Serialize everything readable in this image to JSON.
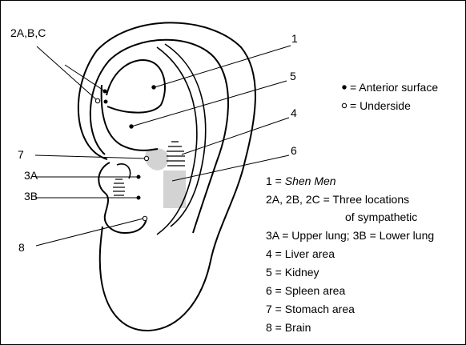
{
  "labels": {
    "2abc": "2A,B,C",
    "1": "1",
    "5": "5",
    "4": "4",
    "6": "6",
    "7": "7",
    "3a": "3A",
    "3b": "3B",
    "8": "8"
  },
  "symbol_legend": {
    "anterior": "= Anterior surface",
    "underside": "= Underside"
  },
  "key": {
    "k1_prefix": "1 = ",
    "k1_name": "Shen Men",
    "k2_line1": "2A, 2B, 2C = Three locations",
    "k2_line2": "of sympathetic",
    "k3": "3A = Upper lung; 3B = Lower lung",
    "k4": "4 = Liver area",
    "k5": "5 = Kidney",
    "k6": "6 = Spleen area",
    "k7": "7 = Stomach area",
    "k8": "8 = Brain"
  },
  "colors": {
    "line": "#000000",
    "shading": "#d3d3d3",
    "background": "#ffffff"
  }
}
